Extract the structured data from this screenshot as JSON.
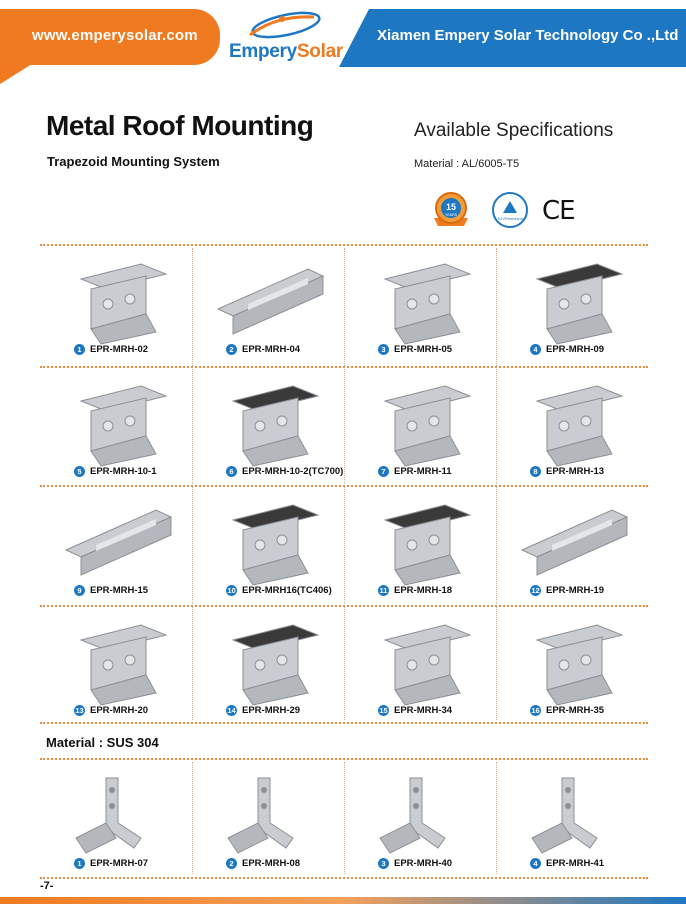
{
  "header": {
    "url": "www.emperysolar.com",
    "company": "Xiamen Empery Solar Technology Co .,Ltd",
    "logo_text": "EmperySolar",
    "brand_blue": "#1e77c3",
    "brand_orange": "#f07a1f"
  },
  "page": {
    "title": "Metal Roof Mounting",
    "subtitle": "Trapezoid Mounting System",
    "spec_title": "Available Specifications",
    "material": "Material : AL/6005-T5",
    "material2": "Material : SUS 304",
    "page_number": "-7-"
  },
  "certs": {
    "badge_years": "15",
    "badge_text": "YEARS",
    "tuv_label": "TÜVRheinland",
    "ce_mark": "CE"
  },
  "products_al": [
    {
      "num": "1",
      "code": "EPR-MRH-02",
      "icon": "clamp-bracket"
    },
    {
      "num": "2",
      "code": "EPR-MRH-04",
      "icon": "rail-with-pads"
    },
    {
      "num": "3",
      "code": "EPR-MRH-05",
      "icon": "plate-clamp"
    },
    {
      "num": "4",
      "code": "EPR-MRH-09",
      "icon": "l-bracket-pad"
    },
    {
      "num": "5",
      "code": "EPR-MRH-10-1",
      "icon": "l-bracket-clamp"
    },
    {
      "num": "6",
      "code": "EPR-MRH-10-2(TC700)",
      "icon": "l-bracket-clamp-pad"
    },
    {
      "num": "7",
      "code": "EPR-MRH-11",
      "icon": "l-bracket-side"
    },
    {
      "num": "8",
      "code": "EPR-MRH-13",
      "icon": "plate-on-sheet"
    },
    {
      "num": "9",
      "code": "EPR-MRH-15",
      "icon": "rail-extrusion"
    },
    {
      "num": "10",
      "code": "EPR-MRH16(TC406)",
      "icon": "seam-clamp-pad"
    },
    {
      "num": "11",
      "code": "EPR-MRH-18",
      "icon": "angle-clamp-pad"
    },
    {
      "num": "12",
      "code": "EPR-MRH-19",
      "icon": "mini-rail"
    },
    {
      "num": "13",
      "code": "EPR-MRH-20",
      "icon": "rail-clamp"
    },
    {
      "num": "14",
      "code": "EPR-MRH-29",
      "icon": "seam-clamp-pad"
    },
    {
      "num": "15",
      "code": "EPR-MRH-34",
      "icon": "trapezoid-clamp"
    },
    {
      "num": "16",
      "code": "EPR-MRH-35",
      "icon": "l-plate-clamp"
    }
  ],
  "products_ss": [
    {
      "num": "1",
      "code": "EPR-MRH-07",
      "icon": "hook-bracket"
    },
    {
      "num": "2",
      "code": "EPR-MRH-08",
      "icon": "hook-bracket-center"
    },
    {
      "num": "3",
      "code": "EPR-MRH-40",
      "icon": "roof-hook"
    },
    {
      "num": "4",
      "code": "EPR-MRH-41",
      "icon": "roof-hook-vertical"
    }
  ]
}
